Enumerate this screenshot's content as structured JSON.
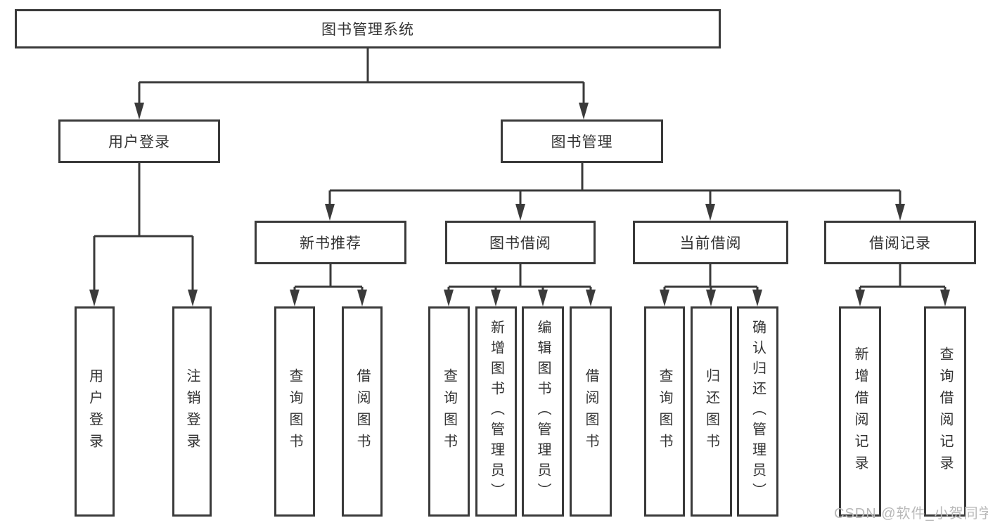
{
  "diagram": {
    "title_node": {
      "label": "图书管理系统"
    },
    "level2": [
      {
        "id": "user-login",
        "label": "用户登录"
      },
      {
        "id": "book-management",
        "label": "图书管理"
      }
    ],
    "level3": [
      {
        "id": "new-book-recommend",
        "label": "新书推荐",
        "parent": "book-management"
      },
      {
        "id": "book-borrow",
        "label": "图书借阅",
        "parent": "book-management"
      },
      {
        "id": "current-borrow",
        "label": "当前借阅",
        "parent": "book-management"
      },
      {
        "id": "borrow-record",
        "label": "借阅记录",
        "parent": "book-management"
      }
    ],
    "leaves": [
      {
        "id": "user-login-action",
        "label": "用户登录",
        "parent": "user-login"
      },
      {
        "id": "logout",
        "label": "注销登录",
        "parent": "user-login"
      },
      {
        "id": "query-book-recommend",
        "label": "查询图书",
        "parent": "new-book-recommend"
      },
      {
        "id": "borrow-book-recommend",
        "label": "借阅图书",
        "parent": "new-book-recommend"
      },
      {
        "id": "query-book-borrow",
        "label": "查询图书",
        "parent": "book-borrow"
      },
      {
        "id": "add-book-admin",
        "label": "新增图书（管理员）",
        "parent": "book-borrow"
      },
      {
        "id": "edit-book-admin",
        "label": "编辑图书（管理员）",
        "parent": "book-borrow"
      },
      {
        "id": "borrow-book",
        "label": "借阅图书",
        "parent": "book-borrow"
      },
      {
        "id": "query-book-current",
        "label": "查询图书",
        "parent": "current-borrow"
      },
      {
        "id": "return-book",
        "label": "归还图书",
        "parent": "current-borrow"
      },
      {
        "id": "confirm-return-admin",
        "label": "确认归还（管理员）",
        "parent": "current-borrow"
      },
      {
        "id": "add-borrow-record",
        "label": "新增借阅记录",
        "parent": "borrow-record"
      },
      {
        "id": "query-borrow-record",
        "label": "查询借阅记录",
        "parent": "borrow-record"
      }
    ],
    "watermark": "CSDN @软件_小贺同学",
    "colors": {
      "line": "#3a3a3a",
      "text": "#333333",
      "watermark": "#b9b9b9",
      "background": "#ffffff"
    }
  }
}
